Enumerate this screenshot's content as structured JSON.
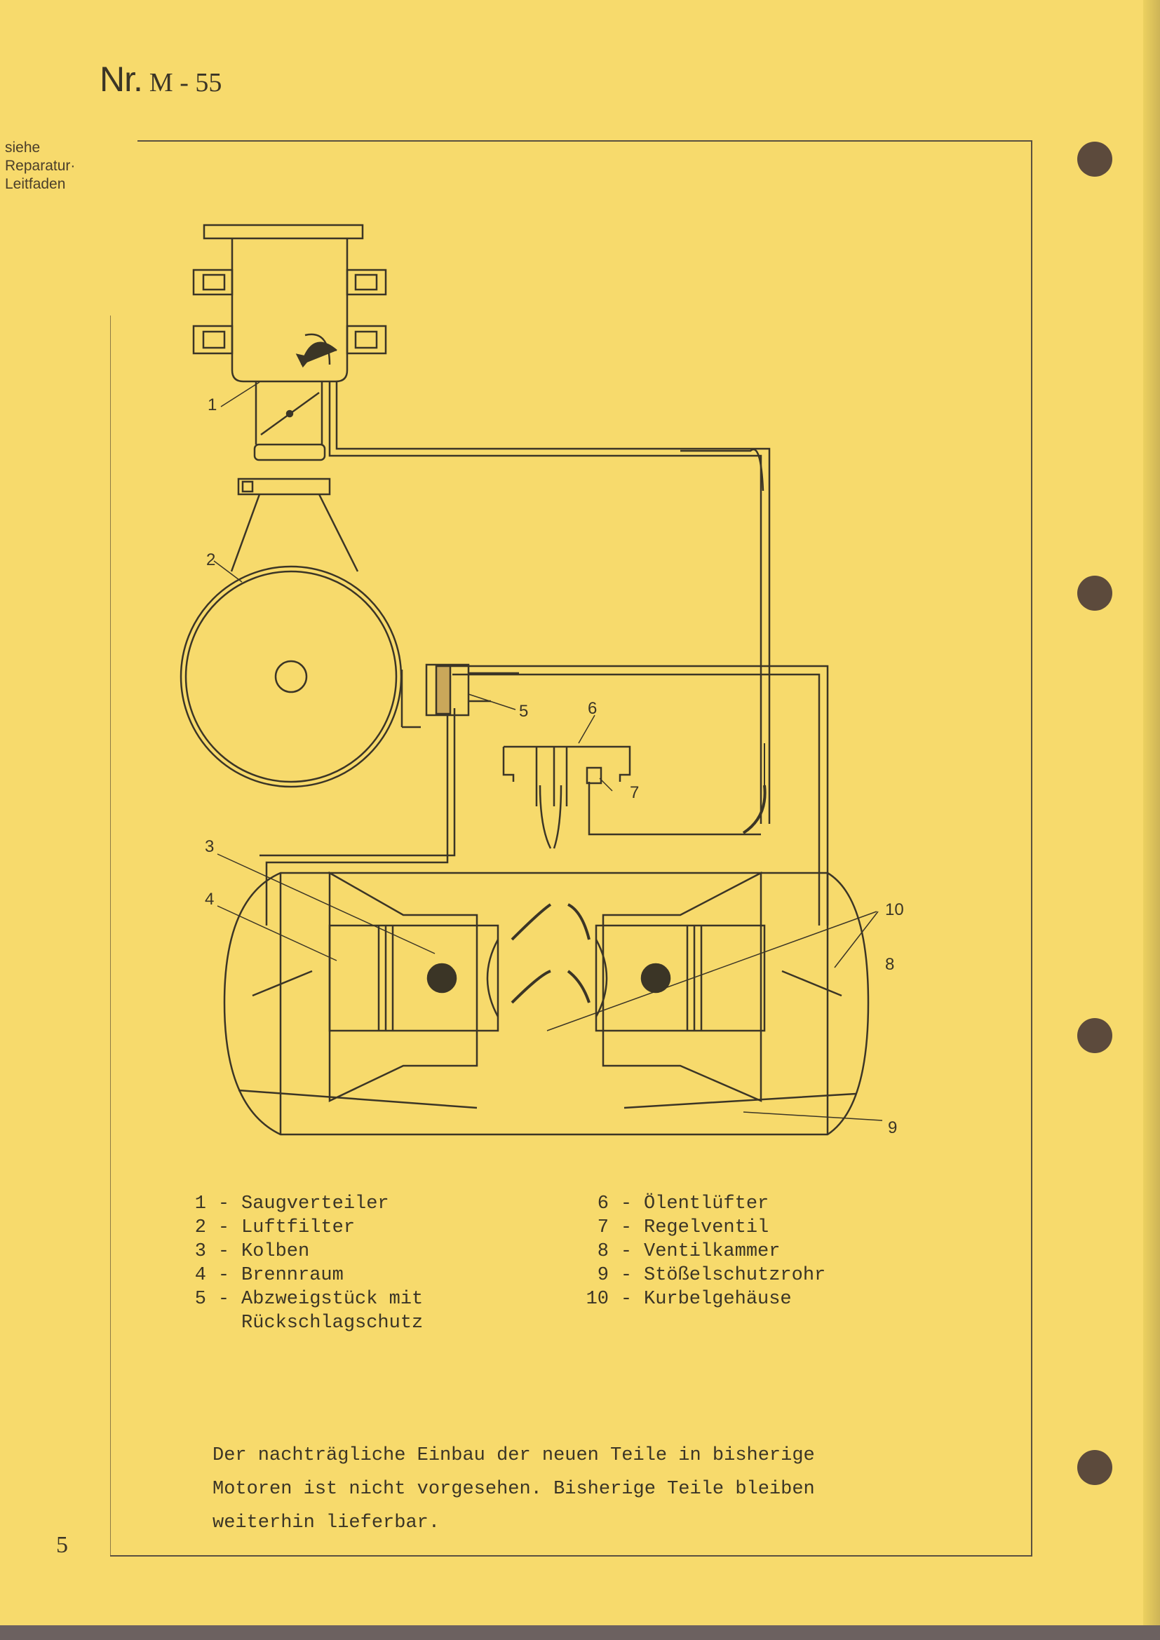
{
  "header": {
    "prefix": "Nr.",
    "code": "M - 55"
  },
  "side_note": [
    "siehe",
    "Reparatur·",
    "Leitfaden"
  ],
  "diagram": {
    "labels": [
      "1",
      "2",
      "3",
      "4",
      "5",
      "6",
      "7",
      "8",
      "9",
      "10"
    ]
  },
  "legend": {
    "left": [
      {
        "num": "1",
        "text": "Saugverteiler"
      },
      {
        "num": "2",
        "text": "Luftfilter"
      },
      {
        "num": "3",
        "text": "Kolben"
      },
      {
        "num": "4",
        "text": "Brennraum"
      },
      {
        "num": "5",
        "text": "Abzweigstück mit"
      },
      {
        "num": "",
        "text": "Rückschlagschutz"
      }
    ],
    "right": [
      {
        "num": "6",
        "text": "Ölentlüfter"
      },
      {
        "num": "7",
        "text": "Regelventil"
      },
      {
        "num": "8",
        "text": "Ventilkammer"
      },
      {
        "num": "9",
        "text": "Stößelschutzrohr"
      },
      {
        "num": "10",
        "text": "Kurbelgehäuse"
      }
    ]
  },
  "note": [
    "Der nachträgliche Einbau der neuen Teile in bisherige",
    "Motoren ist nicht vorgesehen. Bisherige Teile bleiben",
    "weiterhin lieferbar."
  ],
  "page_number": "5"
}
